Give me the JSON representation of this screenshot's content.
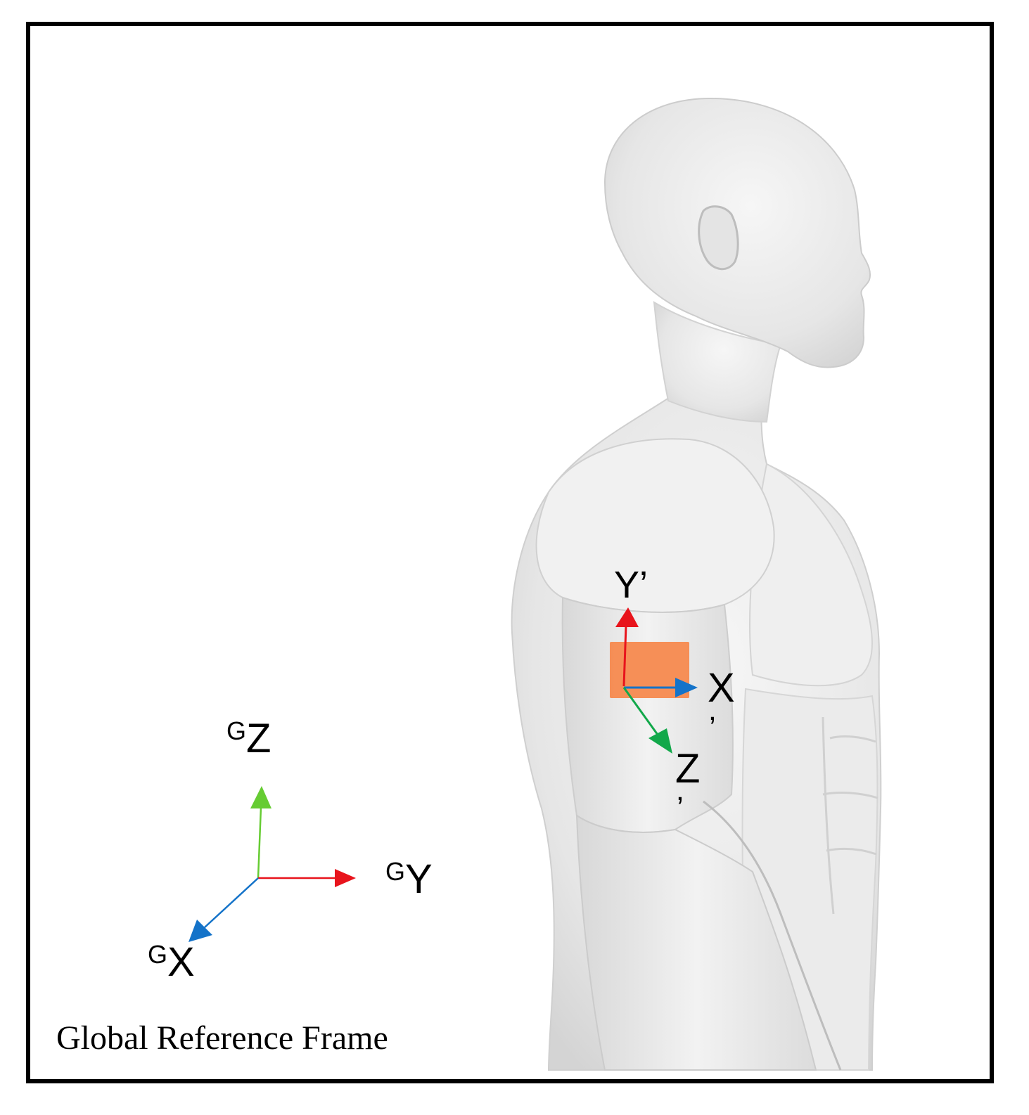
{
  "global_frame": {
    "z_label": {
      "sup": "G",
      "axis": "Z"
    },
    "y_label": {
      "sup": "G",
      "axis": "Y"
    },
    "x_label": {
      "sup": "G",
      "axis": "X"
    },
    "caption": "Global Reference Frame",
    "colors": {
      "x": "#1473c9",
      "y": "#e8141c",
      "z": "#66cc33"
    }
  },
  "sensor_frame": {
    "y_label": "Y’",
    "x_label": {
      "axis": "X",
      "prime": "’"
    },
    "z_label": {
      "axis": "Z",
      "prime": "’"
    },
    "colors": {
      "x": "#1473c9",
      "y": "#e8141c",
      "z": "#12a84a",
      "sensor": "#f6874a"
    }
  },
  "figure": {
    "subject": "human-torso-side-view",
    "skin_color": "#ececec"
  }
}
